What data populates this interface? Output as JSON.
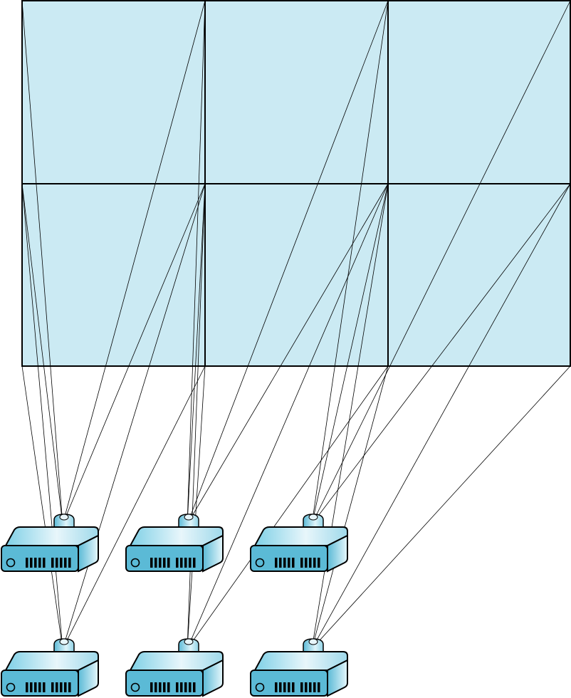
{
  "diagram": {
    "screen_grid": {
      "rows": 2,
      "cols": 3
    },
    "projectors": {
      "rows": 2,
      "cols": 3
    },
    "colors": {
      "screen_fill": "#cbeaf3",
      "projector_front": "#5bbad6",
      "projector_top_light": "#e8f6fb",
      "projector_side_light": "#c9ecf6",
      "outline": "#000000"
    },
    "icon": "projector-icon"
  }
}
